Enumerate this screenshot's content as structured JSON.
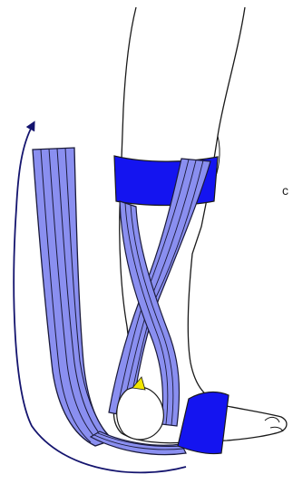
{
  "illustration": {
    "subject": "lower-leg-taping-figure-of-eight",
    "colors": {
      "tape_fill": "#8a8ff0",
      "tape_stripe": "#1a1a3a",
      "anchor_band": "#1414f0",
      "skin": "#ffffff",
      "outline": "#1a1a1a",
      "arrow": "#14146e",
      "marker": "#f2e600"
    },
    "icons": {
      "direction_arrow": "curved-arrow-up",
      "pressure_marker": "yellow-triangle"
    }
  },
  "labels": {
    "stray_glyph": "c"
  }
}
